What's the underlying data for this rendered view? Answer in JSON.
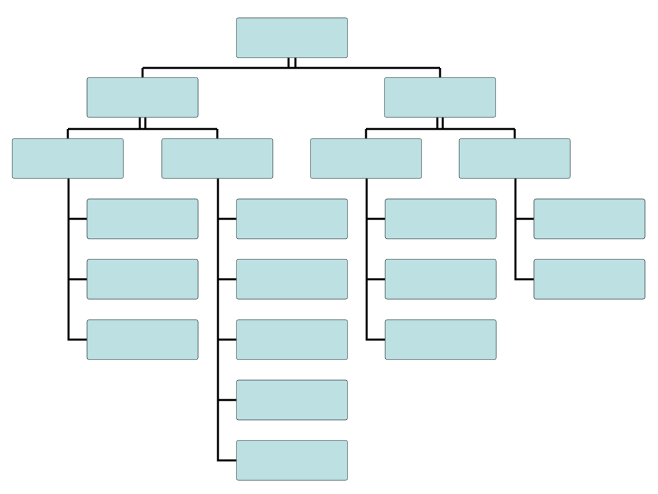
{
  "diagram": {
    "type": "org-chart",
    "colors": {
      "node_fill": "#bde1e3",
      "node_stroke": "#4f5f63",
      "connector": "#000000",
      "background": "#ffffff"
    },
    "root": {
      "id": "root",
      "label": "",
      "children": [
        {
          "id": "left-manager",
          "label": "",
          "children": [
            {
              "id": "left-left-group",
              "label": "",
              "children": [
                {
                  "id": "left-left-item-1",
                  "label": ""
                },
                {
                  "id": "left-left-item-2",
                  "label": ""
                },
                {
                  "id": "left-left-item-3",
                  "label": ""
                }
              ]
            },
            {
              "id": "left-right-group",
              "label": "",
              "children": [
                {
                  "id": "left-right-item-1",
                  "label": ""
                },
                {
                  "id": "left-right-item-2",
                  "label": ""
                },
                {
                  "id": "left-right-item-3",
                  "label": ""
                },
                {
                  "id": "left-right-item-4",
                  "label": ""
                },
                {
                  "id": "left-right-item-5",
                  "label": ""
                }
              ]
            }
          ]
        },
        {
          "id": "right-manager",
          "label": "",
          "children": [
            {
              "id": "right-left-group",
              "label": "",
              "children": [
                {
                  "id": "right-left-item-1",
                  "label": ""
                },
                {
                  "id": "right-left-item-2",
                  "label": ""
                },
                {
                  "id": "right-left-item-3",
                  "label": ""
                }
              ]
            },
            {
              "id": "right-right-group",
              "label": "",
              "children": [
                {
                  "id": "right-right-item-1",
                  "label": ""
                },
                {
                  "id": "right-right-item-2",
                  "label": ""
                }
              ]
            }
          ]
        }
      ]
    }
  }
}
